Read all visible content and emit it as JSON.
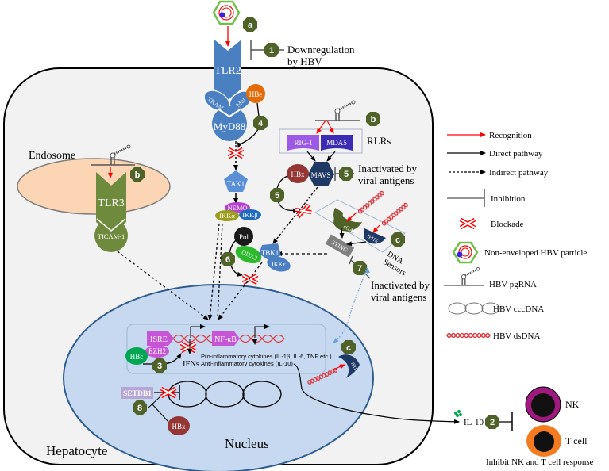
{
  "labels": {
    "hepatocyte": "Hepatocyte",
    "nucleus": "Nucleus",
    "endosome": "Endosome",
    "downregulation_line1": "Downregulation",
    "downregulation_line2": "by HBV",
    "rlrs": "RLRs",
    "inactivated_mavs_line1": "Inactivated by",
    "inactivated_mavs_line2": "viral antigens",
    "inactivated_sting_line1": "Inactivated by",
    "inactivated_sting_line2": "viral antigens",
    "dna_sensors_line1": "DNA",
    "dna_sensors_line2": "Sensors",
    "pro_inflammatory": "Pro-inflammatory cytokines (IL-1β, IL-6, TNF etc.)",
    "anti_inflammatory": "Anti-inflammatory cytokines (IL-10)",
    "ifns": "IFNs",
    "il10": "IL-10",
    "nk": "NK",
    "t_cell": "T cell",
    "inhibit_response": "Inhibit NK and T cell response"
  },
  "molecules": {
    "tlr2": "TLR2",
    "tram": "TRAM",
    "mal": "Mal",
    "myd88": "MyD88",
    "hbe": "HBe",
    "tak1": "TAK1",
    "nemo": "NEMO",
    "ikka": "IKKα",
    "ikkb": "IKKβ",
    "rig1": "RIG-1",
    "mda5": "MDA5",
    "hbx_mavs": "HBx",
    "mavs": "MAVS",
    "pol": "Pol",
    "ddx3": "DDX3",
    "tbk1": "TBK1",
    "ikke": "IKKε",
    "cgas": "cGAS",
    "ifi16": "IFI16",
    "ifi16_nuclear": "IFI16",
    "sting": "STING",
    "tlr3": "TLR3",
    "ticam1": "TICAM-1",
    "isre": "ISRE",
    "nfkb": "NF-κB",
    "ezh2": "EZH2",
    "hbc": "HBc",
    "setdb1": "SETDB1",
    "hbx_nucleus": "HBx"
  },
  "badges": {
    "a": "a",
    "b_rlr": "b",
    "b_endosome": "b",
    "c_dna": "c",
    "c_nucleus": "c",
    "n1": "1",
    "n2": "2",
    "n3": "3",
    "n4": "4",
    "n5a": "5",
    "n5b": "5",
    "n6": "6",
    "n7": "7",
    "n8": "8"
  },
  "legend": {
    "items": [
      {
        "icon": "red-arrow-icon",
        "label": "Recognition"
      },
      {
        "icon": "black-arrow-icon",
        "label": "Direct pathway"
      },
      {
        "icon": "dashed-arrow-icon",
        "label": "Indirect pathway"
      },
      {
        "icon": "inhibition-icon",
        "label": "Inhibition"
      },
      {
        "icon": "blockade-icon",
        "label": "Blockade"
      },
      {
        "icon": "hbv-particle-icon",
        "label": "Non-enveloped HBV particle"
      },
      {
        "icon": "pgrna-icon",
        "label": "HBV pgRNA"
      },
      {
        "icon": "cccdna-icon",
        "label": "HBV cccDNA"
      },
      {
        "icon": "dsdna-icon",
        "label": "HBV dsDNA"
      }
    ]
  },
  "colors": {
    "cell_fill": "#f2f2f2",
    "nucleus_fill": "#c6d9f0",
    "nucleus_stroke": "#2f5c8f",
    "endosome_fill": "#fcd5b5",
    "tlr2_blue": "#4a7fc1",
    "badge_green": "#4f6228",
    "tlr3_green": "#6e8b3d",
    "recognition_red": "#ff0000",
    "hbx_red": "#943634",
    "mavs_navy": "#1f3864",
    "rig1_purple": "#9b59e6",
    "mda5_indigo": "#3c2cb3",
    "isre_magenta": "#c655d6",
    "hbc_green": "#00a651",
    "setdb1_lilac": "#b4a7d6",
    "nk_magenta": "#a0197e",
    "tcell_orange": "#f47b20"
  }
}
